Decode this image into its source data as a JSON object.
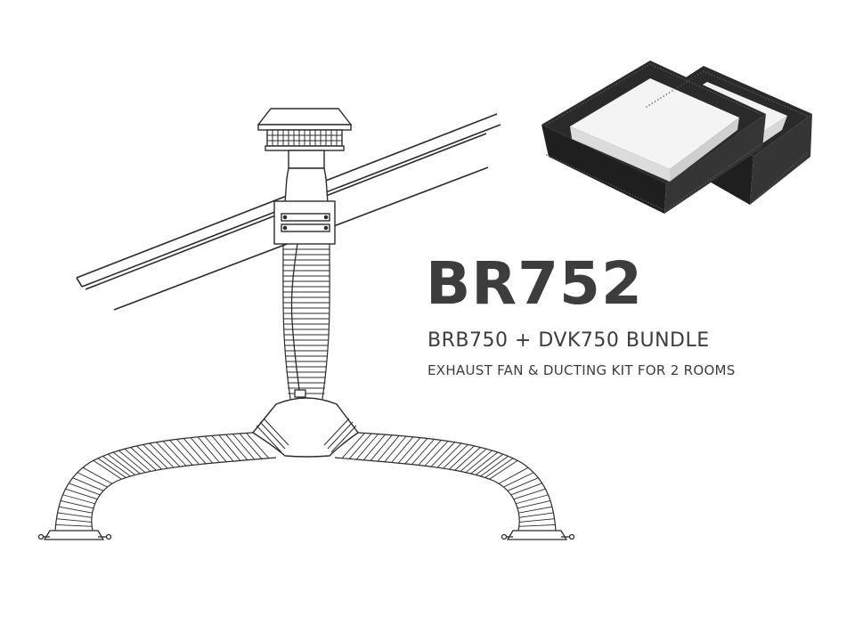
{
  "product": {
    "title": "BR752",
    "subtitle": "BRB750 + DVK750 BUNDLE",
    "tagline": "EXHAUST FAN & DUCTING KIT FOR 2 ROOMS"
  },
  "colors": {
    "text": "#3d3d3d",
    "line": "#2b2b2b",
    "grille_frame": "#2a2a2a",
    "grille_face": "#f2f2f2"
  }
}
